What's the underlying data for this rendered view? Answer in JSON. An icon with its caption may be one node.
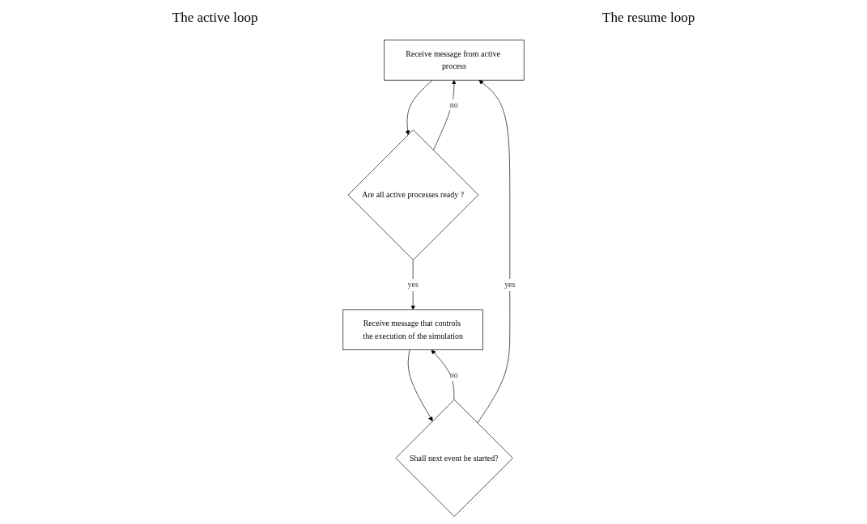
{
  "diagram": {
    "nodes": [
      {
        "text": [
          "Receive message from active process"
        ]
      },
      {
        "text": [
          "Are all active processes ready ?"
        ]
      },
      {
        "text": [
          "Receive message that controls the execution of the simulation"
        ]
      },
      {
        "text": [
          "Shall next event be started?"
        ]
      }
    ],
    "edges": [
      {
        "from": 0,
        "to": 1,
        "arrow": "to"
      },
      {
        "from": 1,
        "to": 0,
        "arrow": "to",
        "label": "no"
      },
      {
        "from": 1,
        "to": 2,
        "arrow": "to",
        "label": "yes"
      },
      {
        "from": 3,
        "to": 0,
        "arrow": "to",
        "label": "yes"
      },
      {
        "from": 2,
        "to": 3,
        "arrow": "to"
      },
      {
        "from": 3,
        "to": 2,
        "arrow": "to",
        "label": "no"
      }
    ],
    "labels": [
      "The active loop",
      "The resume loop"
    ]
  }
}
